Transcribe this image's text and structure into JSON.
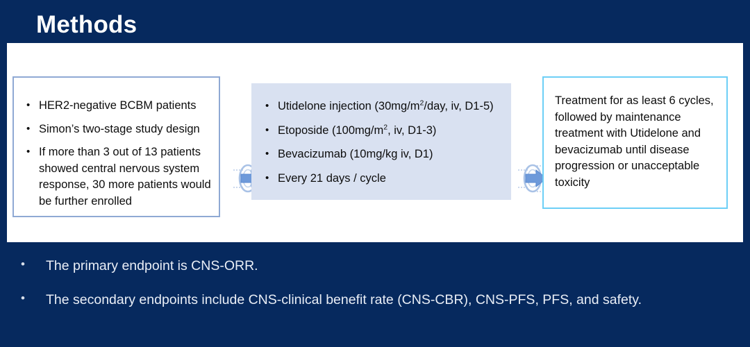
{
  "slide": {
    "title": "Methods",
    "background_color": "#06295e",
    "panel_color": "#ffffff"
  },
  "flow": {
    "eligibility_box": {
      "border_color": "#8fa9d4",
      "items": [
        "HER2-negative BCBM patients",
        "Simon’s two-stage study design",
        "If more than 3 out of 13 patients showed central nervous system response, 30 more patients would be further enrolled"
      ]
    },
    "regimen_box": {
      "fill_color": "#d9e1f1",
      "items": [
        "Utidelone injection (30mg/m²/day, iv, D1-5)",
        "Etoposide (100mg/m², iv, D1-3)",
        "Bevacizumab (10mg/kg iv, D1)",
        "Every 21 days / cycle"
      ],
      "items_rich": [
        {
          "pre": "Utidelone injection (30mg/m",
          "sup": "2",
          "post": "/day, iv, D1-5)"
        },
        {
          "pre": "Etoposide (100mg/m",
          "sup": "2",
          "post": ", iv, D1-3)"
        },
        {
          "pre": "Bevacizumab (10mg/kg iv, D1)",
          "sup": "",
          "post": ""
        },
        {
          "pre": "Every 21 days / cycle",
          "sup": "",
          "post": ""
        }
      ]
    },
    "maintenance_box": {
      "border_color": "#6dcff6",
      "text": "Treatment for as least 6 cycles, followed by maintenance treatment with Utidelone and bevacizumab until disease progression or unacceptable toxicity"
    },
    "connectors": [
      {
        "name": "arrow-eligibility-to-regimen",
        "color": "#5b8ad1"
      },
      {
        "name": "arrow-regimen-to-maintenance",
        "color": "#5b8ad1"
      }
    ]
  },
  "endpoints": {
    "items": [
      "The primary endpoint is CNS-ORR.",
      "The secondary endpoints include CNS-clinical benefit rate (CNS-CBR), CNS-PFS, PFS, and safety."
    ]
  }
}
